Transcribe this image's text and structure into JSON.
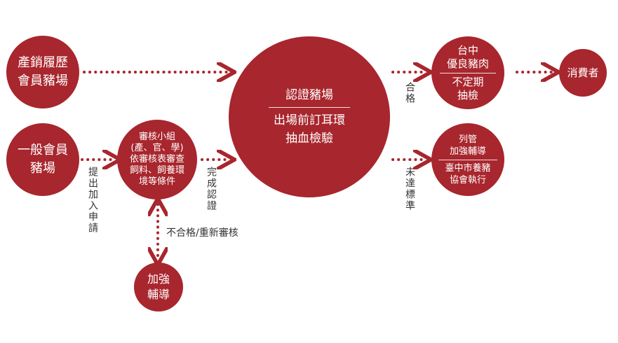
{
  "nodes": {
    "sales_member": {
      "line1": "產銷履歷",
      "line2": "會員豬場"
    },
    "general_member": {
      "line1": "一般會員",
      "line2": "豬場"
    },
    "review_team": {
      "line1": "審核小組",
      "line2": "(產、官、學)",
      "line3": "依審核表審查",
      "line4": "飼料、飼養環",
      "line5": "境等條件"
    },
    "strengthen_guidance": {
      "line1": "加強",
      "line2": "輔導"
    },
    "certified_farm": {
      "title": "認證豬場",
      "line1": "出場前訂耳環",
      "line2": "抽血檢驗"
    },
    "taichung_farm": {
      "line1": "台中",
      "line2": "優良豬肉",
      "line3": "不定期",
      "line4": "抽檢"
    },
    "consumer": {
      "line1": "消費者"
    },
    "monitored": {
      "line1": "列管",
      "line2": "加強輔導",
      "line3": "臺中市養豬",
      "line4": "協會執行"
    }
  },
  "labels": {
    "apply": "提出加入申請",
    "complete": "完成認證",
    "fail": "不合格/重新審核",
    "pass": "合格",
    "not_meet": "未達標準"
  },
  "colors": {
    "node": "#a8262d",
    "text": "#333333"
  }
}
